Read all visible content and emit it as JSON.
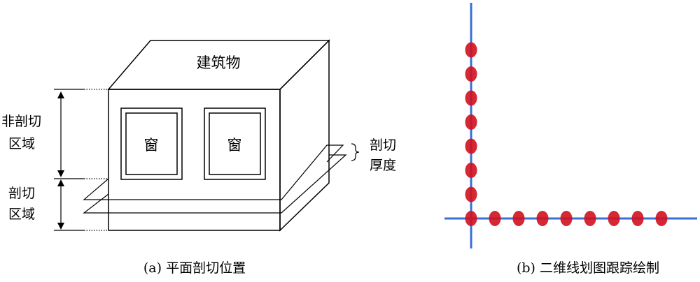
{
  "panel_a": {
    "building_label": "建筑物",
    "window_left_label": "窗",
    "window_right_label": "窗",
    "non_cut_region_label": [
      "非剖切",
      "区域"
    ],
    "cut_region_label": [
      "剖切",
      "区域"
    ],
    "cut_thickness_label": [
      "剖切",
      "厚度"
    ],
    "caption": "(a) 平面剖切位置"
  },
  "panel_b": {
    "caption": "(b) 二维线划图跟踪绘制",
    "axis_color": "#3a6fd8",
    "dot_color": "#d0101e",
    "vertical_dot_count": 8,
    "horizontal_dot_count": 9
  }
}
